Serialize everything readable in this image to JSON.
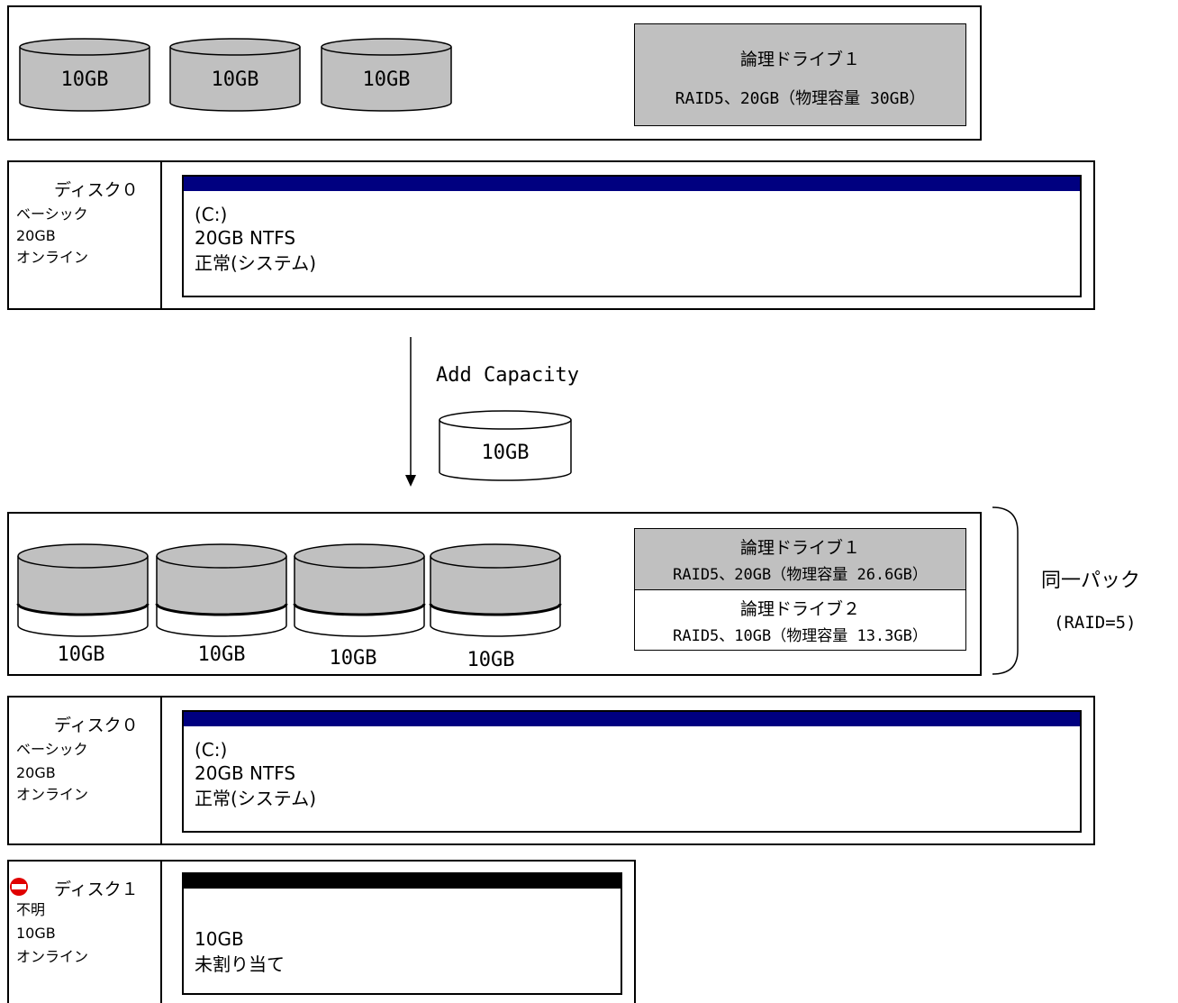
{
  "top_panel": {
    "disks": [
      "10GB",
      "10GB",
      "10GB"
    ],
    "logical_drive": {
      "title": "論理ドライブ１",
      "detail": "RAID5、20GB（物理容量 30GB）"
    }
  },
  "disk0_before": {
    "title": "ディスク０",
    "type": "ベーシック",
    "size": "20GB",
    "status": "オンライン",
    "volume": {
      "letter": "(C:)",
      "fs": "20GB NTFS",
      "health": "正常(システム)"
    },
    "bar_color": "#000080"
  },
  "transition": {
    "label": "Add Capacity",
    "new_disk": "10GB"
  },
  "bottom_panel": {
    "disks": [
      "10GB",
      "10GB",
      "10GB",
      "10GB"
    ],
    "logical_drive_1": {
      "title": "論理ドライブ１",
      "detail": "RAID5、20GB（物理容量 26.6GB）"
    },
    "logical_drive_2": {
      "title": "論理ドライブ２",
      "detail": "RAID5、10GB（物理容量 13.3GB）"
    },
    "group_label": "同一パック",
    "group_sublabel": "(RAID=5)"
  },
  "disk0_after": {
    "title": "ディスク０",
    "type": "ベーシック",
    "size": "20GB",
    "status": "オンライン",
    "volume": {
      "letter": "(C:)",
      "fs": "20GB NTFS",
      "health": "正常(システム)"
    },
    "bar_color": "#000080"
  },
  "disk1": {
    "title": "ディスク１",
    "type": "不明",
    "size": "10GB",
    "status": "オンライン",
    "volume": {
      "size": "10GB",
      "state": "未割り当て"
    },
    "bar_color": "#000000",
    "status_icon": "no-entry-icon",
    "status_icon_color": "#e00000"
  },
  "colors": {
    "disk_fill": "#c0c0c0",
    "logical_fill": "#c0c0c0"
  }
}
